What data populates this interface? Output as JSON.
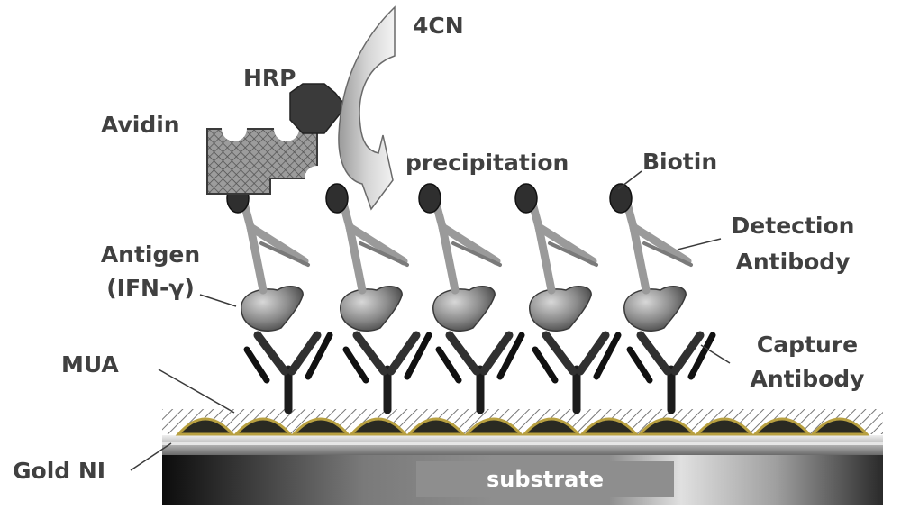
{
  "labels": {
    "cn4": "4CN",
    "hrp": "HRP",
    "avidin": "Avidin",
    "precipitation": "precipitation",
    "biotin": "Biotin",
    "detection_line1": "Detection",
    "detection_line2": "Antibody",
    "antigen_line1": "Antigen",
    "antigen_line2": "(IFN-γ)",
    "mua": "MUA",
    "capture_line1": "Capture",
    "capture_line2": "Antibody",
    "gold": "Gold NI",
    "substrate": "substrate"
  },
  "colors": {
    "label_text": "#404040",
    "biotin": "#2f2f2f",
    "hrp": "#3a3a3a",
    "avidin": "#8a8a8a",
    "antibody_light": "#9a9a9a",
    "antibody_dark": "#303030",
    "gold": "#b8a040"
  }
}
